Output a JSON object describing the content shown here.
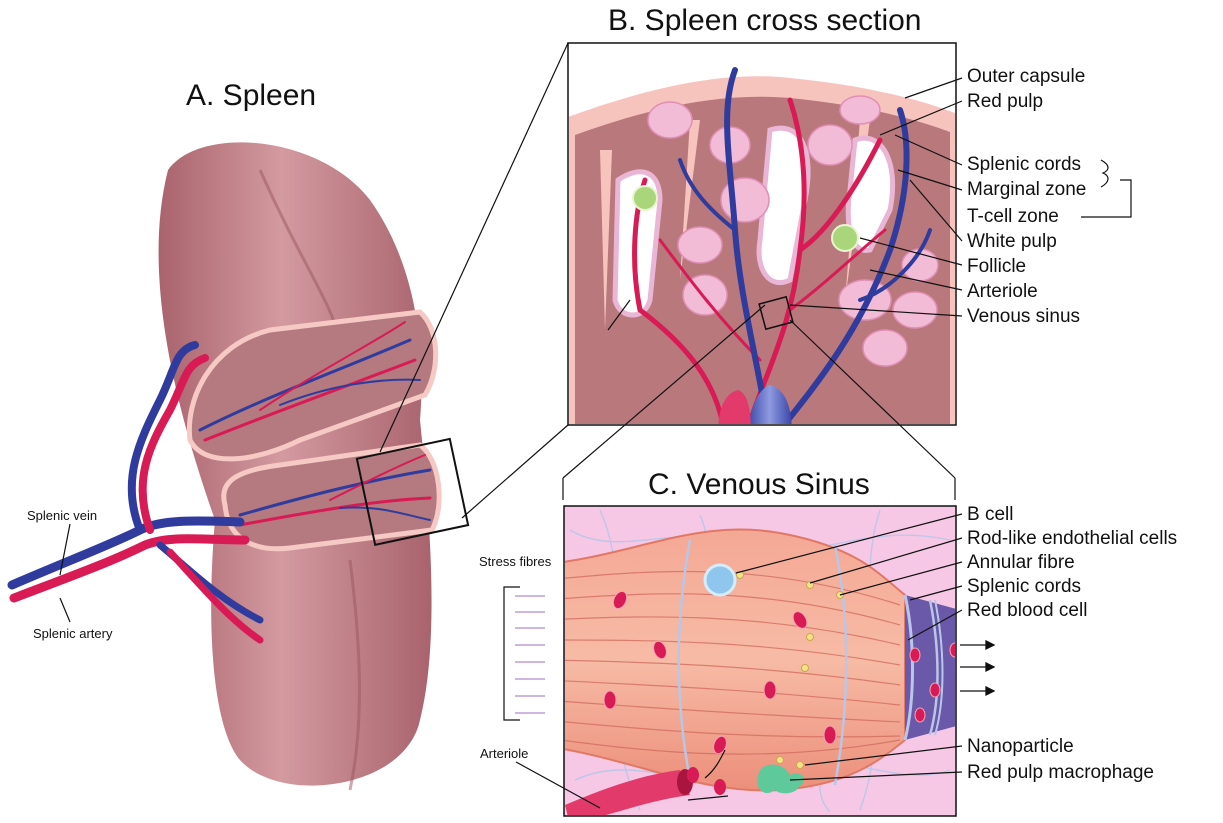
{
  "panels": {
    "a": {
      "title": "A. Spleen",
      "splenic_vein": "Splenic vein",
      "splenic_artery": "Splenic artery"
    },
    "b": {
      "title": "B. Spleen cross section",
      "labels": [
        "Outer capsule",
        "Red pulp",
        "Splenic cords",
        "Marginal zone",
        "T-cell zone",
        "White pulp",
        "Follicle",
        "Arteriole",
        "Venous sinus"
      ]
    },
    "c": {
      "title": "C. Venous Sinus",
      "labels": [
        "B cell",
        "Rod-like endothelial cells",
        "Annular fibre",
        "Splenic cords",
        "Red blood cell"
      ],
      "bottom_labels": [
        "Nanoparticle",
        "Red pulp macrophage"
      ],
      "stress_fibres": "Stress fibres",
      "arteriole": "Arteriole"
    }
  },
  "colors": {
    "artery": "#d81b55",
    "vein": "#2f3c9e",
    "spleen": "#c07a82",
    "section": "#b9787c",
    "white_pulp": "#f4c6d8",
    "sinus": "#f19a86",
    "background_c": "#f6c8e6"
  }
}
